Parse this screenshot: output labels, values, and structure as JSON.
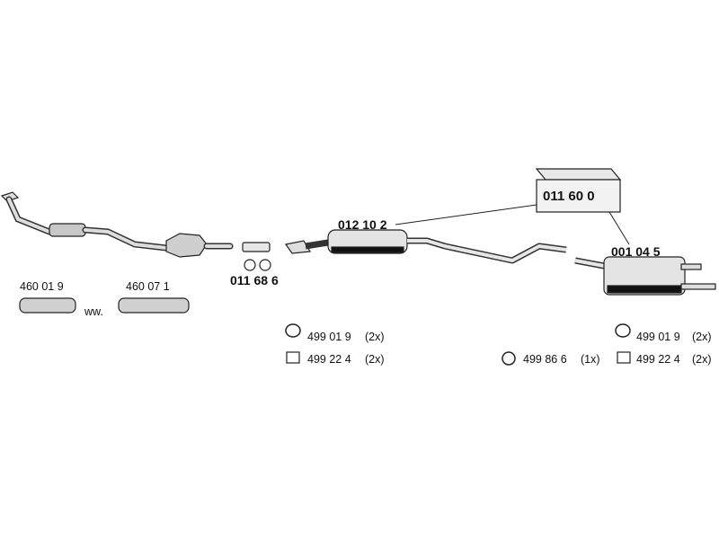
{
  "parts": {
    "front_pipe_1": "460 01 9",
    "front_pipe_2": "460 07 1",
    "front_pipe_alt": "ww.",
    "connector": "011 68 6",
    "middle_silencer": "012 10 2",
    "kit_box": "011 60 0",
    "rear_silencer": "001 04 5"
  },
  "mounting": {
    "middle": [
      {
        "code": "499 01 9",
        "qty": "(2x)",
        "icon": "rubber-hanger-icon"
      },
      {
        "code": "499 22 4",
        "qty": "(2x)",
        "icon": "bracket-icon"
      }
    ],
    "rear_right": [
      {
        "code": "499 01 9",
        "qty": "(2x)",
        "icon": "rubber-hanger-icon"
      },
      {
        "code": "499 22 4",
        "qty": "(2x)",
        "icon": "bracket-icon"
      }
    ],
    "rear_left": [
      {
        "code": "499 86 6",
        "qty": "(1x)",
        "icon": "clamp-icon"
      }
    ]
  },
  "colors": {
    "line": "#222222",
    "fill": "#d8d8d8",
    "dark": "#111111"
  }
}
